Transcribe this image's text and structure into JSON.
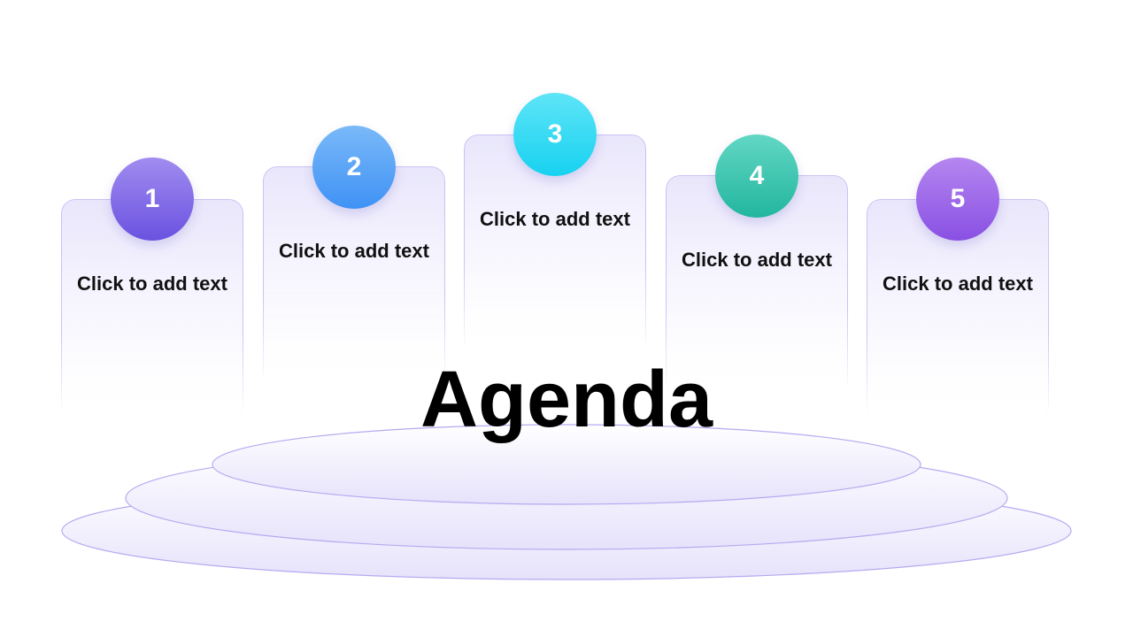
{
  "title": "Agenda",
  "items": [
    {
      "number": "1",
      "text": "Click to add text",
      "color_top": "#a08cf0",
      "color_bottom": "#6b52e0"
    },
    {
      "number": "2",
      "text": "Click to add text",
      "color_top": "#7ab9f8",
      "color_bottom": "#3f92f5"
    },
    {
      "number": "3",
      "text": "Click to add text",
      "color_top": "#5ee4f7",
      "color_bottom": "#17d2f0"
    },
    {
      "number": "4",
      "text": "Click to add text",
      "color_top": "#62d7c4",
      "color_bottom": "#22b69f"
    },
    {
      "number": "5",
      "text": "Click to add text",
      "color_top": "#b586f0",
      "color_bottom": "#8950e3"
    }
  ],
  "colors": {
    "card_border": "#c8c0f5",
    "podium_stroke": "#b5aaf0",
    "podium_fill": "#ebe8fc"
  }
}
